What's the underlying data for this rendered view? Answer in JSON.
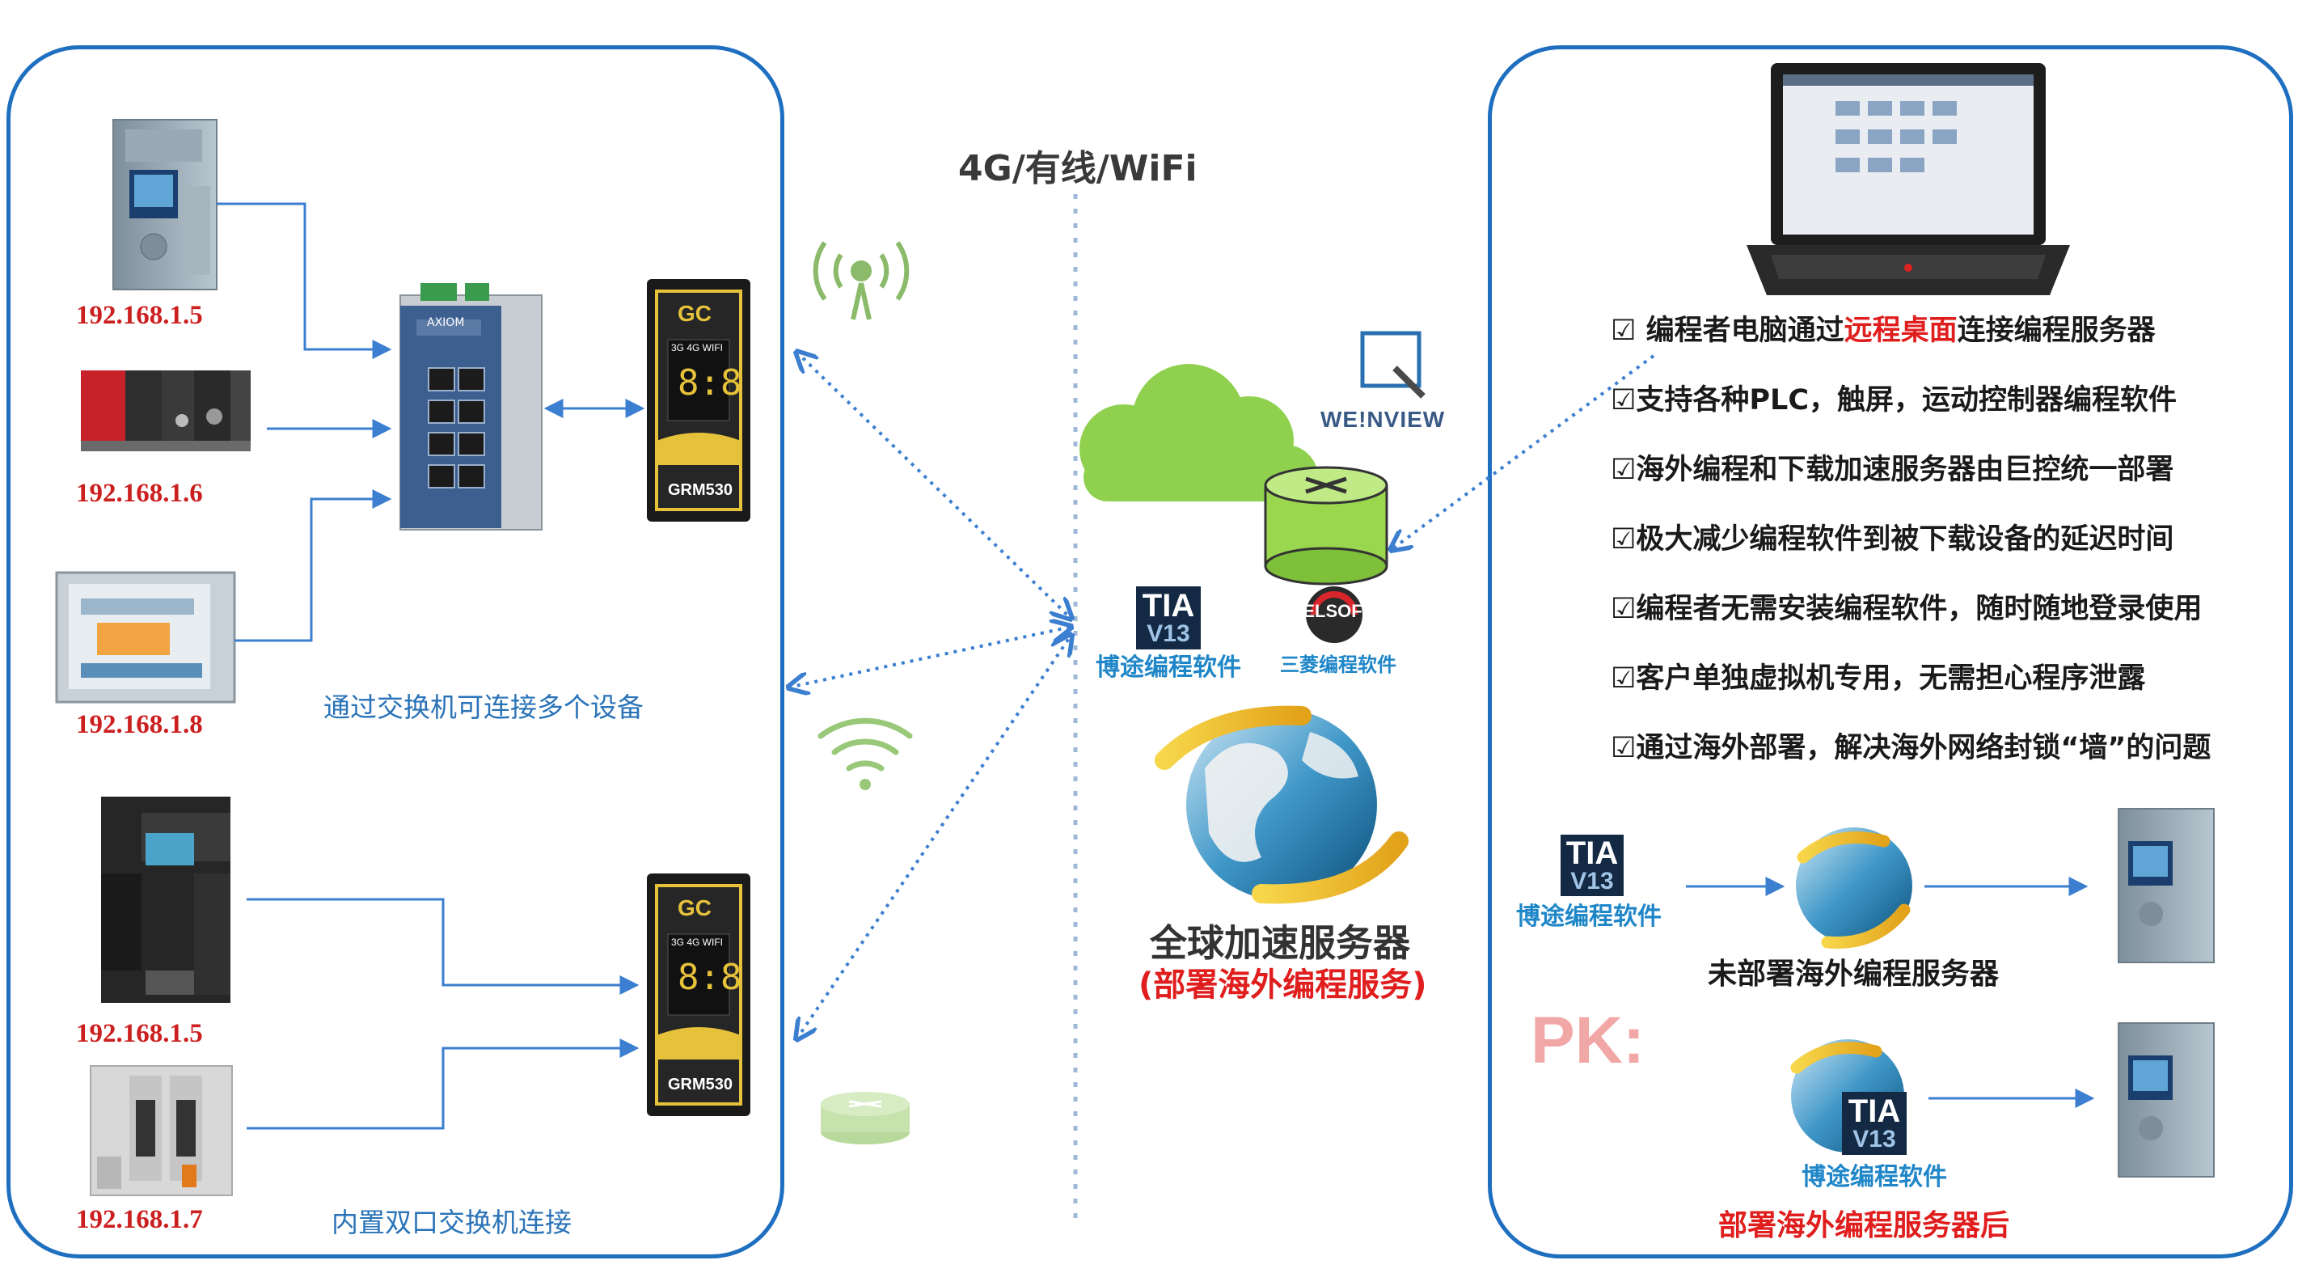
{
  "network_label": "4G/有线/WiFi",
  "left_panel": {
    "ips": [
      "192.168.1.5",
      "192.168.1.6",
      "192.168.1.8",
      "192.168.1.5",
      "192.168.1.7"
    ],
    "switch_caption": "通过交换机可连接多个设备",
    "dual_port_caption": "内置双口交换机连接",
    "gateway_brand": "GC",
    "gateway_bands": "3G 4G WIFI",
    "gateway_model": "GRM530",
    "switch_brand": "AXIOM"
  },
  "center": {
    "weinview": "WE!NVIEW",
    "tia_text": "TIA",
    "tia_version": "V13",
    "tia_label": "博途编程软件",
    "melsoft_text": "MELSOFT",
    "melsoft_label": "三菱编程软件",
    "server_title": "全球加速服务器",
    "server_subtitle": "(部署海外编程服务)"
  },
  "right_panel": {
    "features": [
      {
        "check": "☑",
        "before": " 编程者电脑通过",
        "highlight": "远程桌面",
        "after": "连接编程服务器"
      },
      {
        "check": "☑",
        "before": "支持各种PLC，触屏，运动控制器编程软件",
        "highlight": "",
        "after": ""
      },
      {
        "check": "☑",
        "before": "海外编程和下载加速服务器由巨控统一部署",
        "highlight": "",
        "after": ""
      },
      {
        "check": "☑",
        "before": "极大减少编程软件到被下载设备的延迟时间",
        "highlight": "",
        "after": ""
      },
      {
        "check": "☑",
        "before": "编程者无需安装编程软件，随时随地登录使用",
        "highlight": "",
        "after": ""
      },
      {
        "check": "☑",
        "before": "客户单独虚拟机专用，无需担心程序泄露",
        "highlight": "",
        "after": ""
      },
      {
        "check": "☑",
        "before": "通过海外部署，解决海外网络封锁“墙”的问题",
        "highlight": "",
        "after": ""
      }
    ],
    "tia_text": "TIA",
    "tia_version": "V13",
    "tia_label": "博途编程软件",
    "before_caption": "未部署海外编程服务器",
    "pk_label": "PK:",
    "after_caption": "部署海外编程服务器后"
  },
  "colors": {
    "panel_border": "#1f6fc0",
    "ip_text": "#cc1f1f",
    "accent_red": "#e01e1e",
    "caption_blue": "#2a73b8",
    "arrow_blue": "#3c7fd0",
    "cloud_green": "#8fd14f",
    "router_green": "#9ad64e"
  }
}
